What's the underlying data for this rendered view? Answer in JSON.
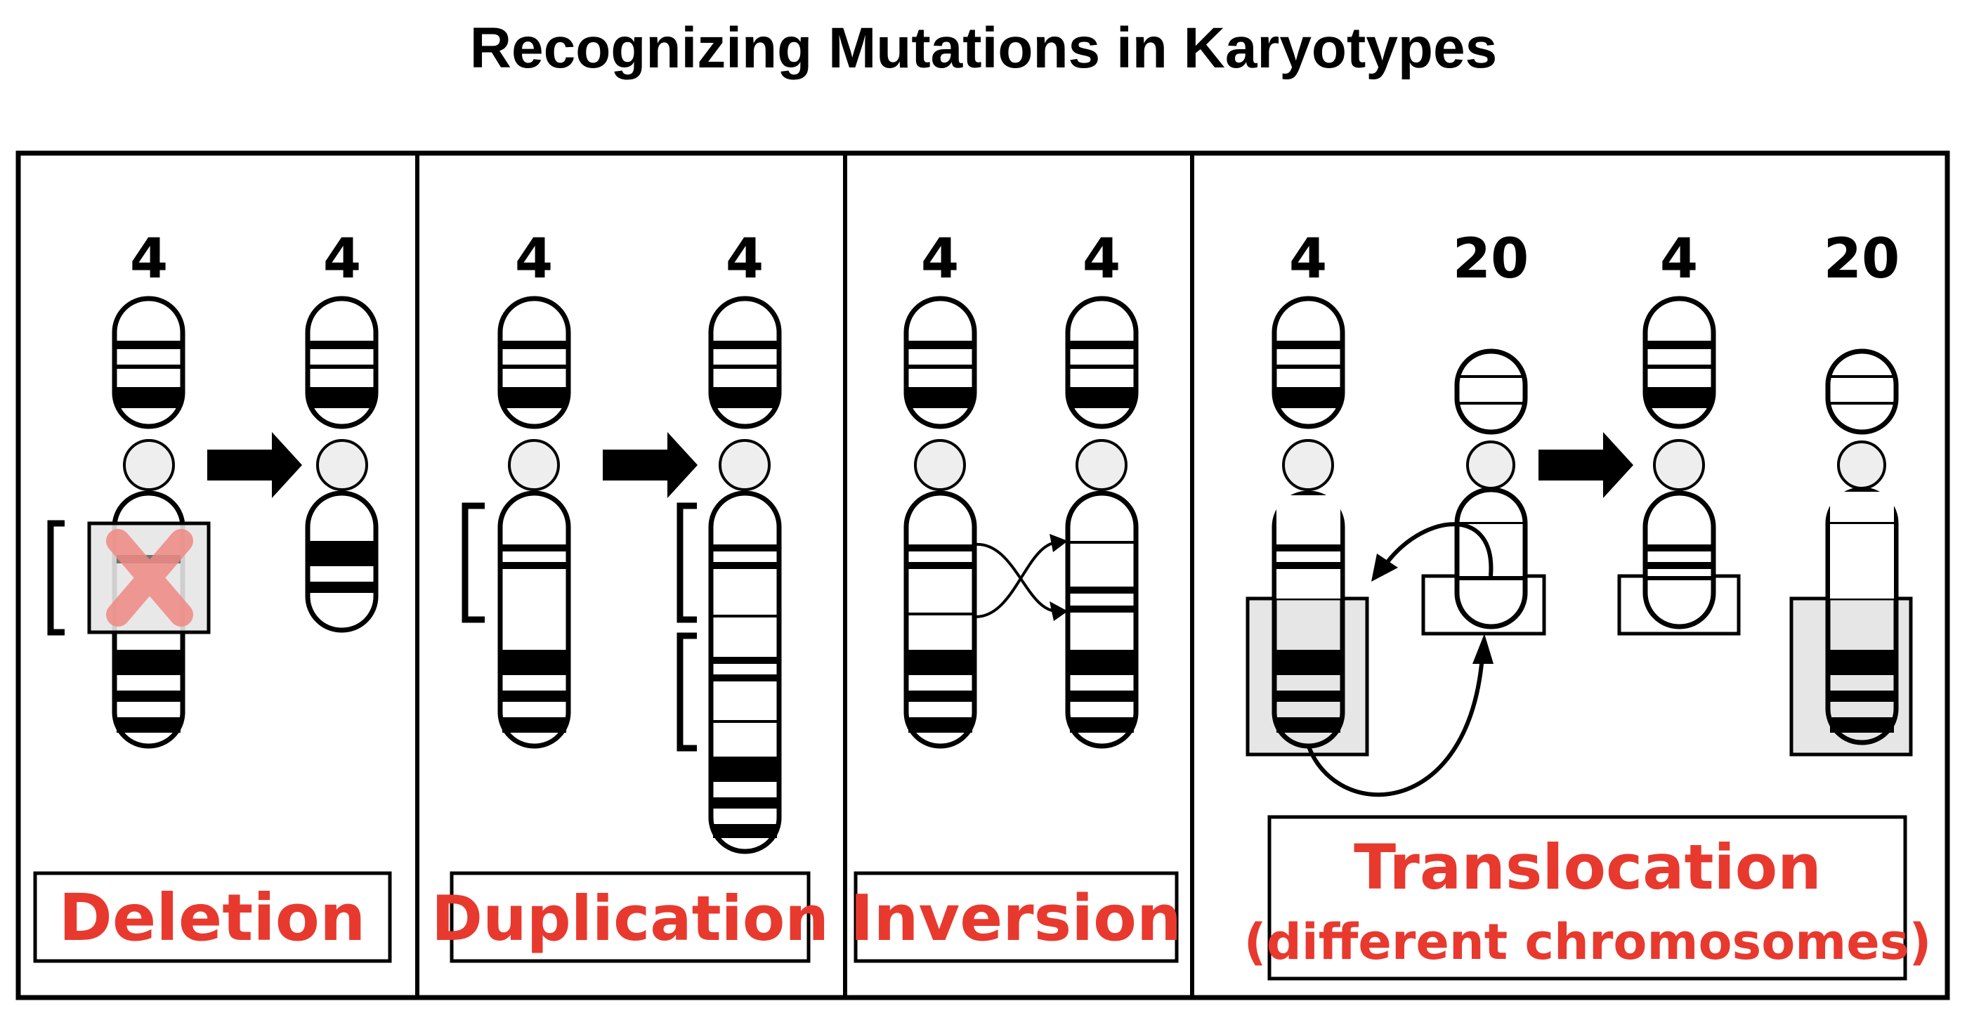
{
  "title": "Recognizing Mutations in Karyotypes",
  "colors": {
    "label": "#e8392e",
    "stroke": "#000000",
    "highlight_box": "#e6e6e6",
    "centromere": "#eeeeee",
    "deletion_mark": "#f08a84"
  },
  "panels": [
    {
      "id": "deletion",
      "label": "Deletion",
      "chromosome_numbers": [
        "4",
        "4"
      ]
    },
    {
      "id": "duplication",
      "label": "Duplication",
      "chromosome_numbers": [
        "4",
        "4"
      ]
    },
    {
      "id": "inversion",
      "label": "Inversion",
      "chromosome_numbers": [
        "4",
        "4"
      ]
    },
    {
      "id": "translocation",
      "label": "Translocation",
      "sublabel": "(different chromosomes)",
      "chromosome_numbers": [
        "4",
        "20",
        "4",
        "20"
      ]
    }
  ],
  "icons": [
    "arrow-right-icon",
    "deletion-x-icon",
    "curved-arrow-icon",
    "bracket-icon"
  ]
}
